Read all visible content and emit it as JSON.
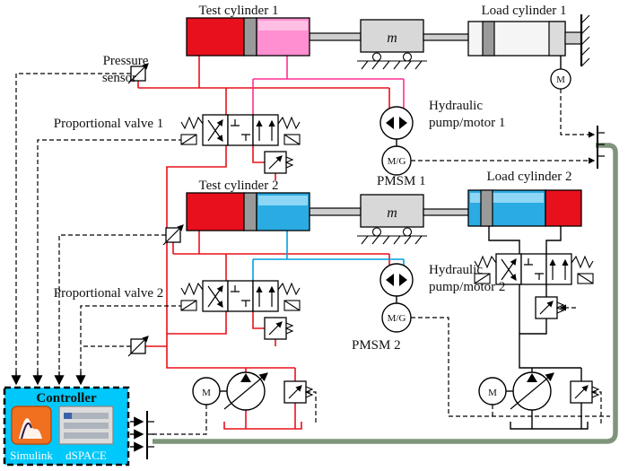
{
  "labels": {
    "test_cylinder_1": "Test cylinder 1",
    "load_cylinder_1": "Load cylinder 1",
    "pressure_line1": "Pressure",
    "pressure_line2": "sensor",
    "proportional_valve_1": "Proportional valve 1",
    "hydraulic": "Hydraulic",
    "pump_motor_1": "pump/motor 1",
    "pmsm_1": "PMSM 1",
    "test_cylinder_2": "Test cylinder 2",
    "load_cylinder_2": "Load cylinder 2",
    "proportional_valve_2": "Proportional valve 2",
    "pump_motor_2": "pump/motor 2",
    "pmsm_2": "PMSM 2"
  },
  "symbols": {
    "mass": "m",
    "motor": "M",
    "motor_generator": "M/G"
  },
  "controller": {
    "title": "Controller",
    "software": "Simulink",
    "hardware": "dSPACE"
  },
  "colors": {
    "red": "#e8101c",
    "pink_chamber": "#ff8fd0",
    "blue_chamber": "#2aabe2",
    "magenta_line": "#ff2f92",
    "blue_line": "#00a0e0",
    "controller_cyan": "#00c8fa",
    "bus_green": "#7f957b",
    "simulink_orange": "#f07020"
  }
}
